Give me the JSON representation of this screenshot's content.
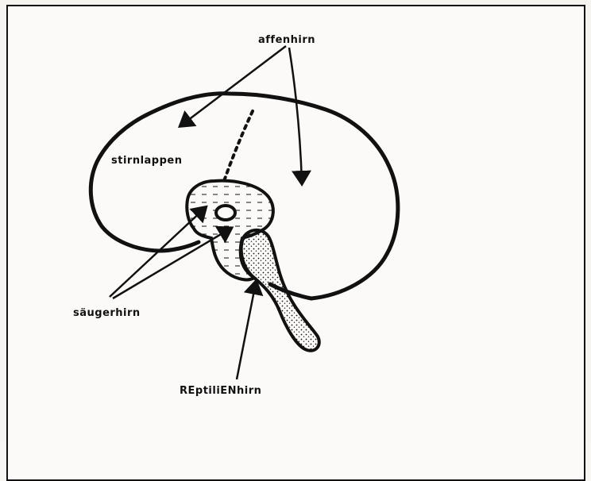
{
  "labels": {
    "affenhirn": "affenhirn",
    "stirnlappen": "stirnlappen",
    "saeugerhirn": "säugerhirn",
    "reptilienhirn": "REptiliENhirn"
  },
  "caption": "",
  "colors": {
    "ink": "#111111",
    "paper": "#fbfaf8"
  }
}
